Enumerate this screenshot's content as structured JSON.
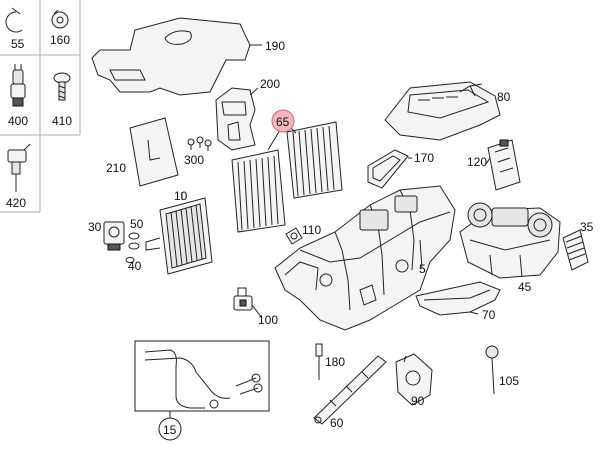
{
  "parts_side": [
    {
      "num": "55",
      "icon": "hose-clip-icon"
    },
    {
      "num": "160",
      "icon": "grommet-icon"
    },
    {
      "num": "400",
      "icon": "sensor-plug-icon"
    },
    {
      "num": "410",
      "icon": "screw-icon"
    },
    {
      "num": "420",
      "icon": "temperature-sensor-icon"
    }
  ],
  "callouts": [
    {
      "id": "190",
      "num": "190"
    },
    {
      "id": "200",
      "num": "200"
    },
    {
      "id": "210",
      "num": "210"
    },
    {
      "id": "300",
      "num": "300"
    },
    {
      "id": "65",
      "num": "65",
      "highlight": true
    },
    {
      "id": "80",
      "num": "80"
    },
    {
      "id": "170",
      "num": "170"
    },
    {
      "id": "120",
      "num": "120"
    },
    {
      "id": "10",
      "num": "10"
    },
    {
      "id": "30",
      "num": "30"
    },
    {
      "id": "50",
      "num": "50"
    },
    {
      "id": "40",
      "num": "40"
    },
    {
      "id": "110",
      "num": "110"
    },
    {
      "id": "35",
      "num": "35"
    },
    {
      "id": "5",
      "num": "5"
    },
    {
      "id": "45",
      "num": "45"
    },
    {
      "id": "100",
      "num": "100"
    },
    {
      "id": "70",
      "num": "70"
    },
    {
      "id": "180",
      "num": "180"
    },
    {
      "id": "105",
      "num": "105"
    },
    {
      "id": "90",
      "num": "90"
    },
    {
      "id": "60",
      "num": "60"
    },
    {
      "id": "15",
      "num": "15"
    }
  ],
  "colors": {
    "highlight_fill": "#f3b7bd",
    "highlight_stroke": "#d06a76",
    "line": "#222222"
  }
}
